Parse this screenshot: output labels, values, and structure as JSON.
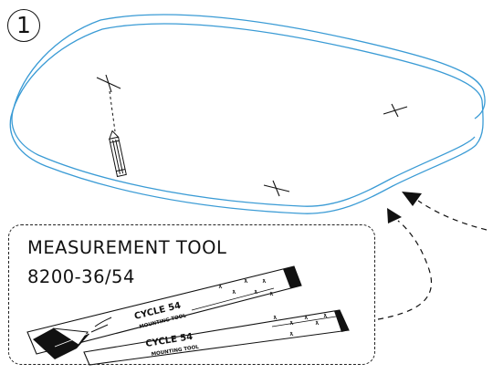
{
  "step": {
    "number": "1"
  },
  "tool": {
    "title": "MEASUREMENT TOOL",
    "part_number": "8200-36/54",
    "card_brand": "CYCLE 54",
    "card_subtitle": "MOUNTING TOOL"
  },
  "colors": {
    "outline": "#3a9bd5",
    "ink": "#111111"
  },
  "icons": [
    "pencil-icon",
    "cross-mark-icon"
  ]
}
